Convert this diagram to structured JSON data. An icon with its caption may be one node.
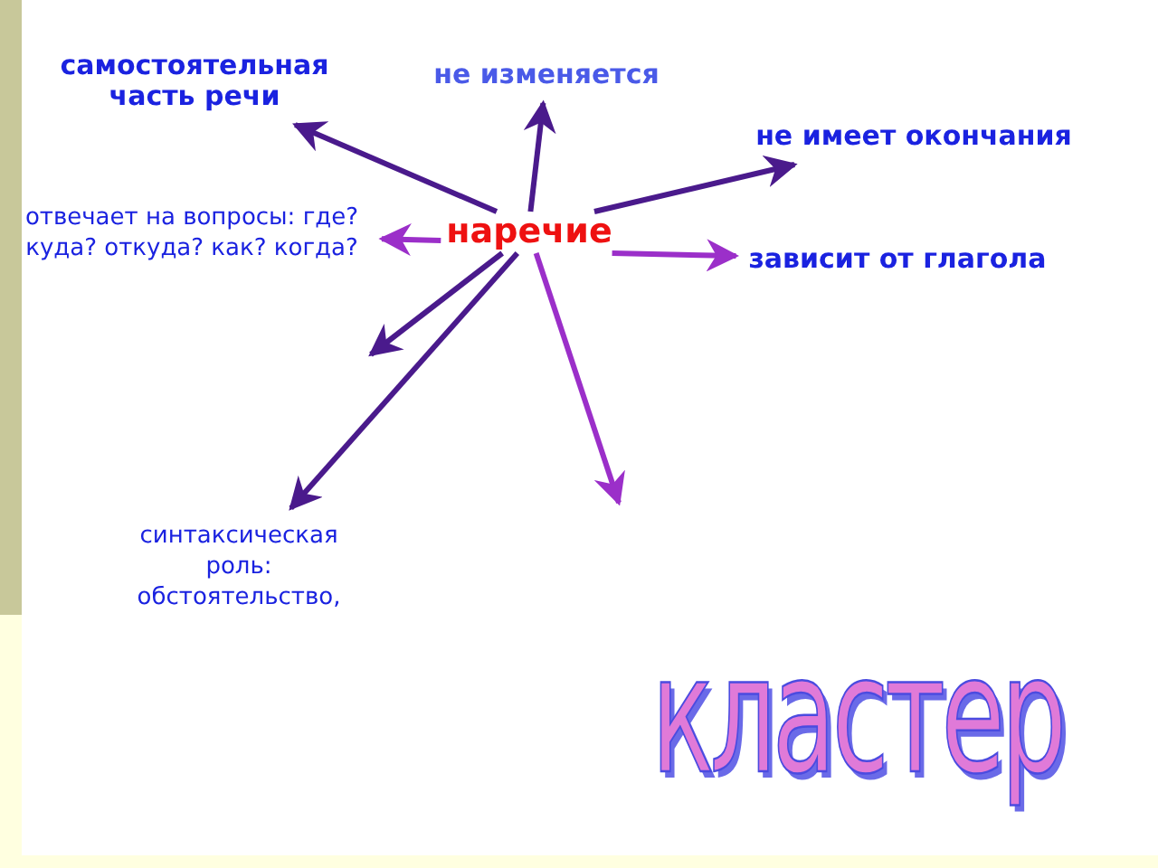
{
  "diagram": {
    "title": "кластер",
    "nodes": [
      {
        "text": [
          "наречие"
        ]
      },
      {
        "text": [
          "самостоятельная часть речи"
        ]
      },
      {
        "text": [
          "не изменяется"
        ]
      },
      {
        "text": [
          "не имеет окончания"
        ]
      },
      {
        "text": [
          "отвечает на вопросы: где? куда? откуда? как? когда?"
        ]
      },
      {
        "text": [
          "зависит от глагола"
        ]
      },
      {
        "text": [
          "синтаксическая роль: обстоятельство,"
        ]
      }
    ],
    "edges": [
      {
        "from": 0,
        "to": 1,
        "arrow": "to"
      },
      {
        "from": 0,
        "to": 2,
        "arrow": "to"
      },
      {
        "from": 0,
        "to": 3,
        "arrow": "to"
      },
      {
        "from": 0,
        "to": 4,
        "arrow": "to",
        "color": "#9b2fc9"
      },
      {
        "from": 0,
        "to": 5,
        "arrow": "to",
        "color": "#9b2fc9"
      },
      {
        "from": 0,
        "to": null,
        "arrow": "to"
      },
      {
        "from": 0,
        "to": 6,
        "arrow": "to"
      },
      {
        "from": 0,
        "to": null,
        "arrow": "to",
        "color": "#9b2fc9"
      }
    ]
  }
}
